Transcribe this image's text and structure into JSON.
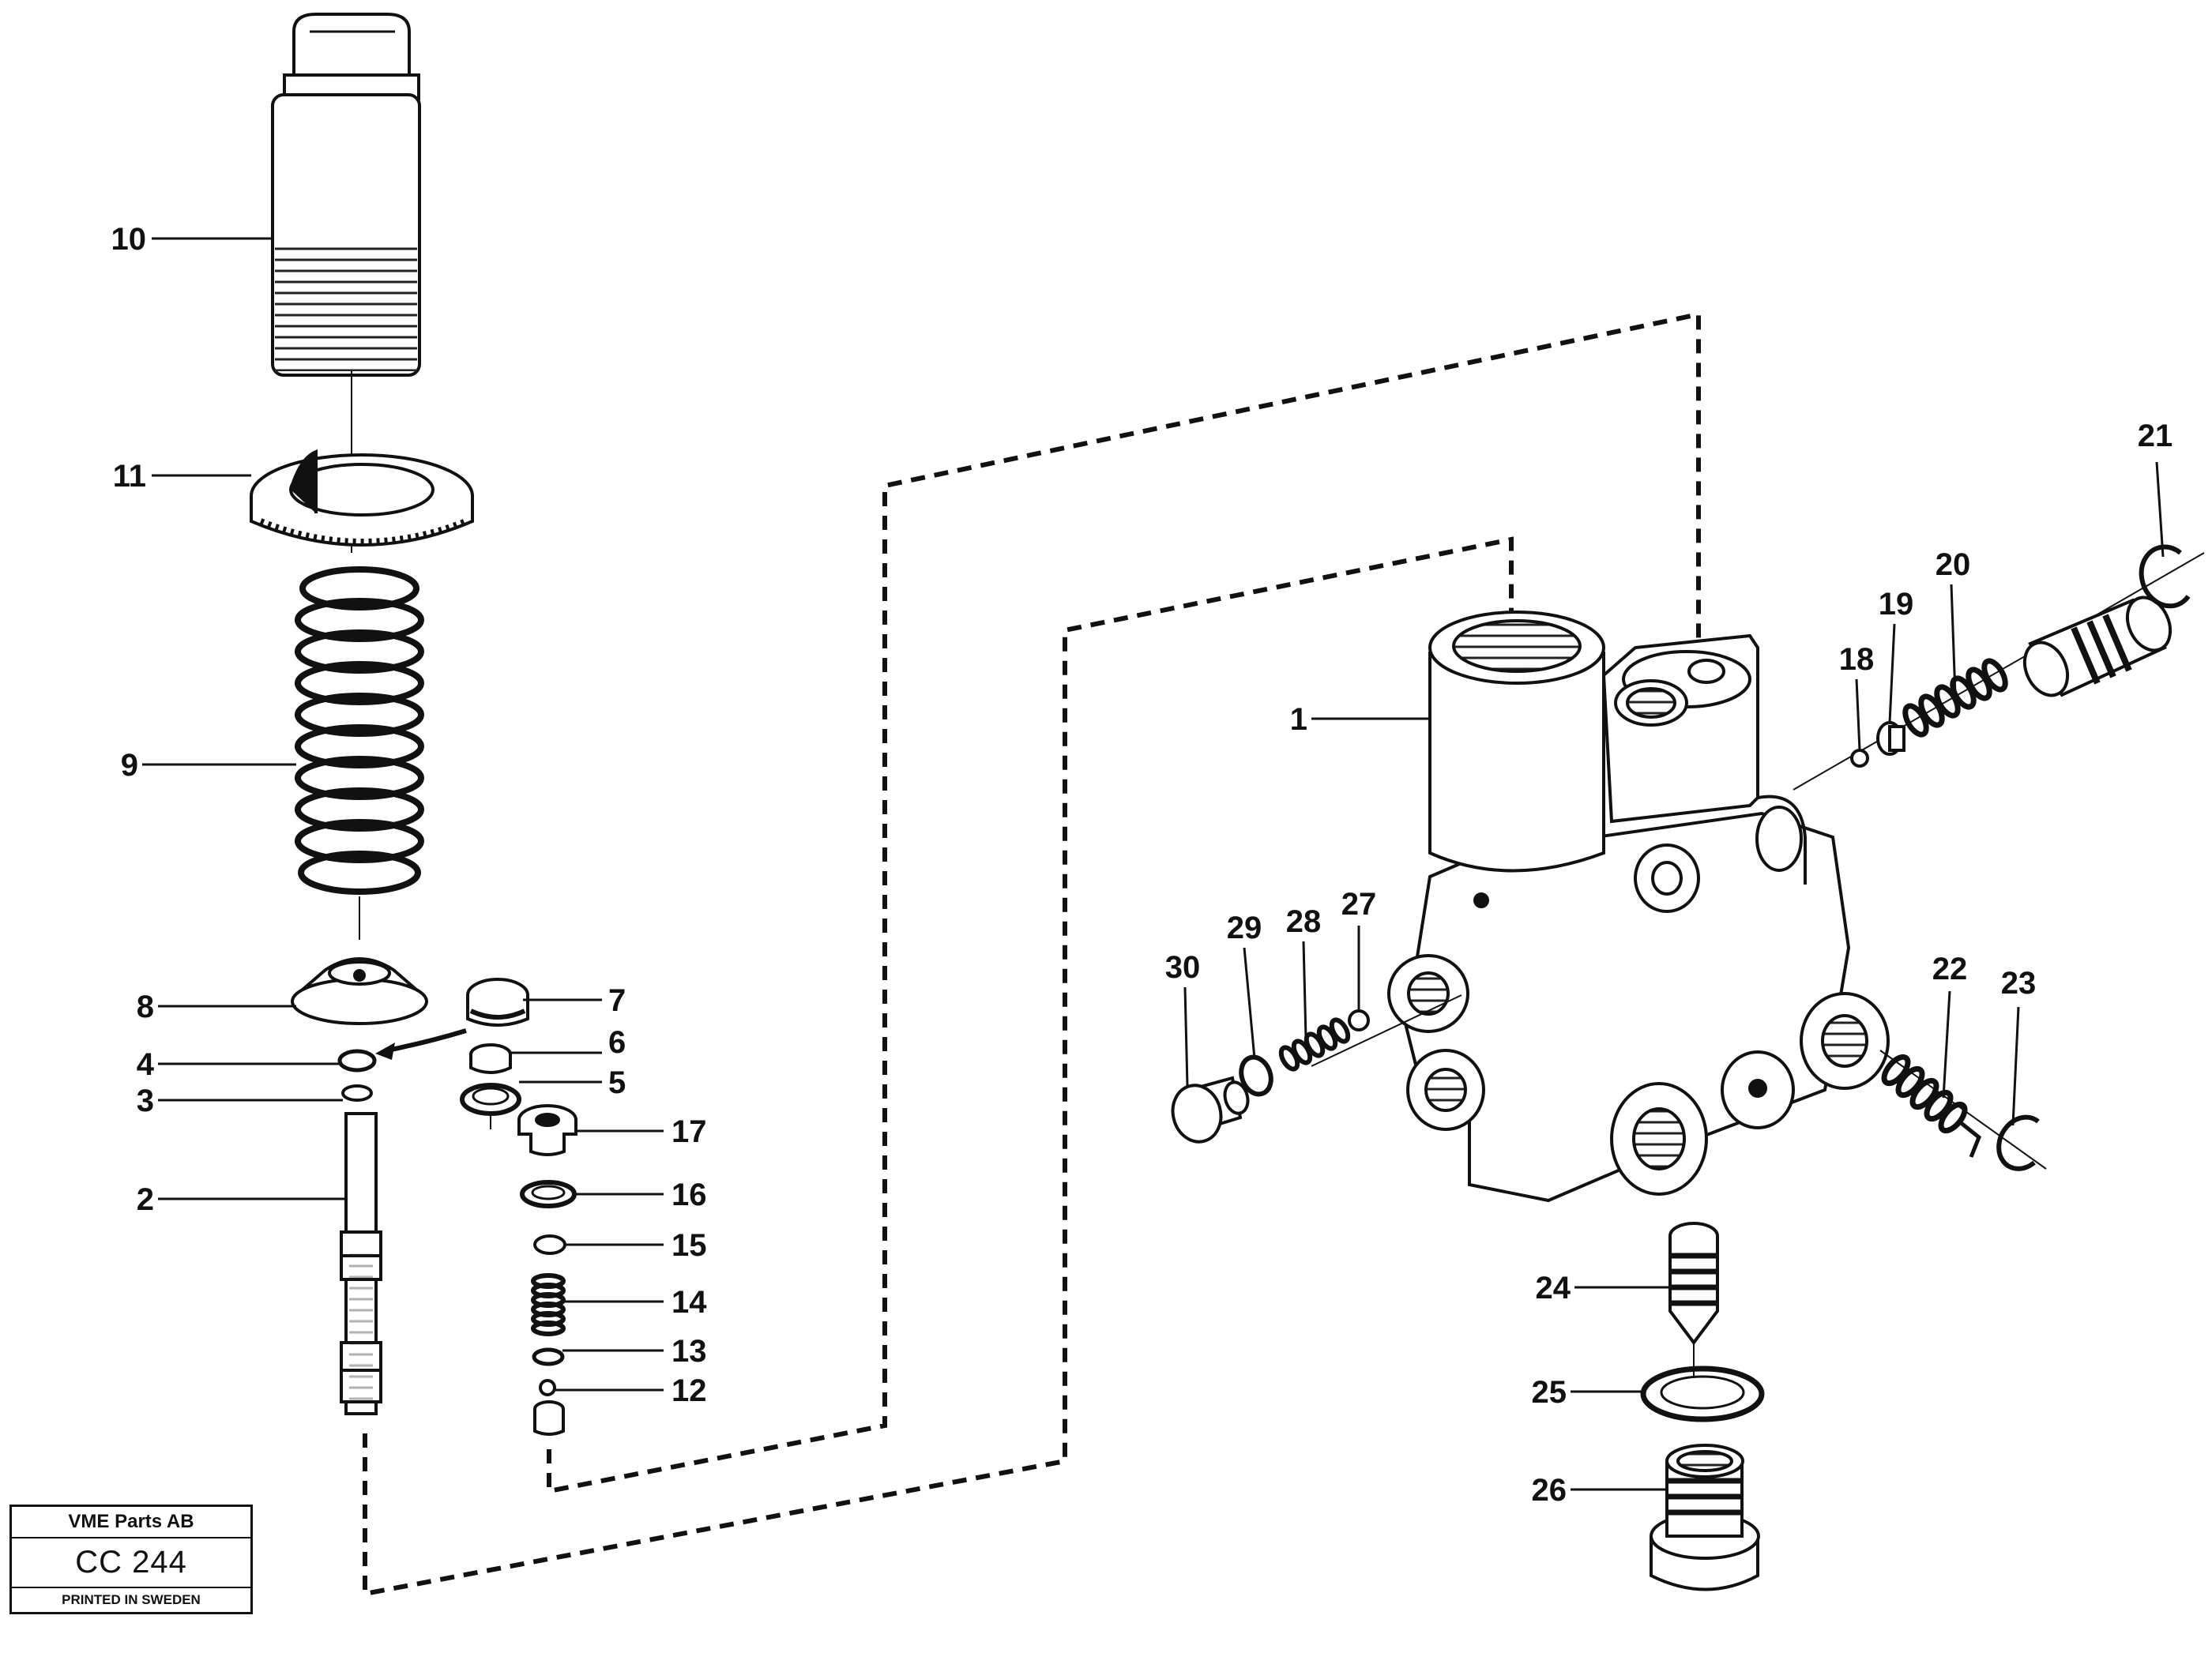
{
  "diagram": {
    "callouts": [
      {
        "id": "1",
        "label": "1"
      },
      {
        "id": "2",
        "label": "2"
      },
      {
        "id": "3",
        "label": "3"
      },
      {
        "id": "4",
        "label": "4"
      },
      {
        "id": "5",
        "label": "5"
      },
      {
        "id": "6",
        "label": "6"
      },
      {
        "id": "7",
        "label": "7"
      },
      {
        "id": "8",
        "label": "8"
      },
      {
        "id": "9",
        "label": "9"
      },
      {
        "id": "10",
        "label": "10"
      },
      {
        "id": "11",
        "label": "11"
      },
      {
        "id": "12",
        "label": "12"
      },
      {
        "id": "13",
        "label": "13"
      },
      {
        "id": "14",
        "label": "14"
      },
      {
        "id": "15",
        "label": "15"
      },
      {
        "id": "16",
        "label": "16"
      },
      {
        "id": "17",
        "label": "17"
      },
      {
        "id": "18",
        "label": "18"
      },
      {
        "id": "19",
        "label": "19"
      },
      {
        "id": "20",
        "label": "20"
      },
      {
        "id": "21",
        "label": "21"
      },
      {
        "id": "22",
        "label": "22"
      },
      {
        "id": "23",
        "label": "23"
      },
      {
        "id": "24",
        "label": "24"
      },
      {
        "id": "25",
        "label": "25"
      },
      {
        "id": "26",
        "label": "26"
      },
      {
        "id": "27",
        "label": "27"
      },
      {
        "id": "28",
        "label": "28"
      },
      {
        "id": "29",
        "label": "29"
      },
      {
        "id": "30",
        "label": "30"
      }
    ]
  },
  "stamp": {
    "company": "VME Parts AB",
    "code": "CC 244",
    "printed": "PRINTED IN SWEDEN"
  }
}
